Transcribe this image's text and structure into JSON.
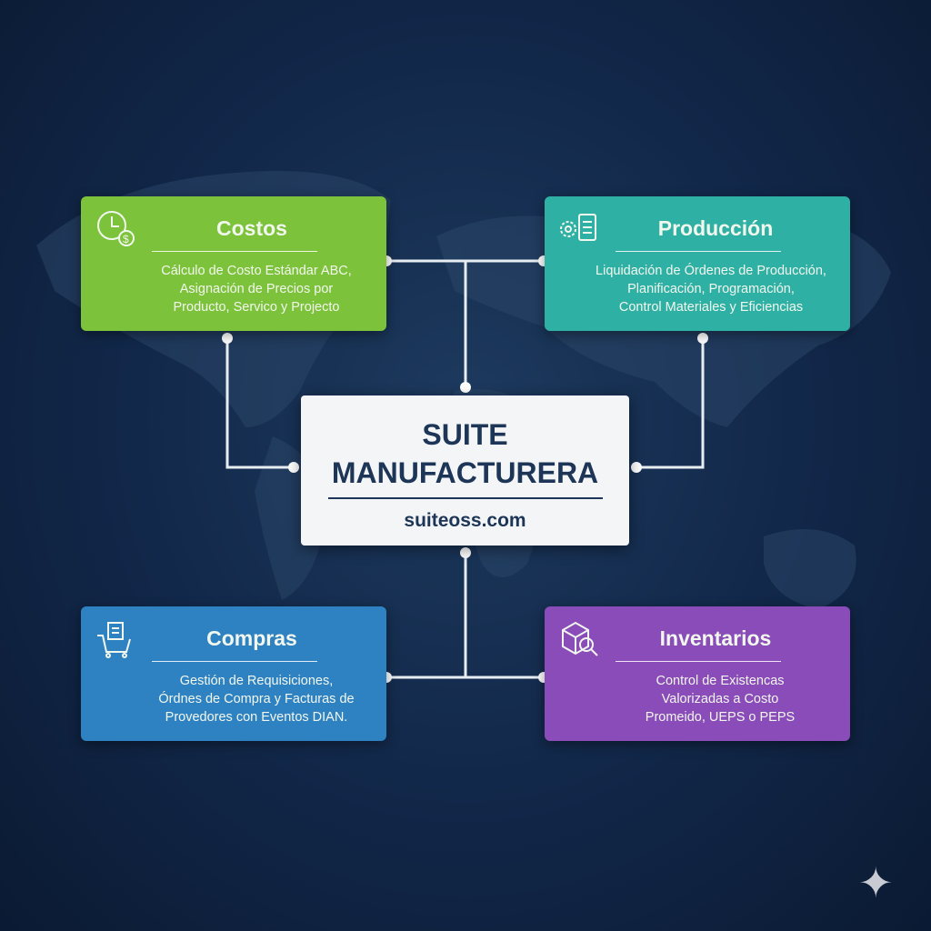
{
  "center": {
    "title_line1": "SUITE",
    "title_line2": "MANUFACTURERA",
    "url": "suiteoss.com"
  },
  "modules": [
    {
      "title": "Costos",
      "icon": "clock-dollar-icon",
      "color": "#7cc23a",
      "lines": [
        "Cálculo de Costo Estándar ABC,",
        "Asignación de Precios por",
        "Producto, Servico y Projecto"
      ]
    },
    {
      "title": "Producción",
      "icon": "gear-clipboard-icon",
      "color": "#2fb0a4",
      "lines": [
        "Liquidación de Órdenes de Producción,",
        "Planificación, Programación,",
        "Control Materiales y Eficiencias"
      ]
    },
    {
      "title": "Compras",
      "icon": "cart-document-icon",
      "color": "#2f82c2",
      "lines": [
        "Gestión de Requisiciones,",
        "Órdnes de Compra y Facturas de",
        "Provedores con Eventos DIAN."
      ]
    },
    {
      "title": "Inventarios",
      "icon": "box-search-icon",
      "color": "#8a4cb8",
      "lines": [
        "Control de Existencas",
        "Valorizadas a Costo",
        "Promeido, UEPS o PEPS"
      ]
    }
  ]
}
